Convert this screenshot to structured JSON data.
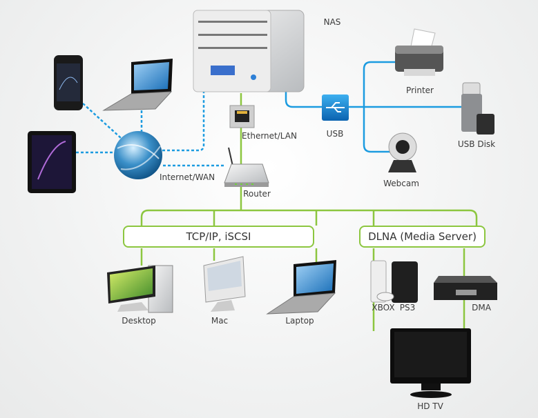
{
  "colors": {
    "lan_line": "#8cc63f",
    "usb_line": "#1b9be0",
    "wan_dashed": "#1b9be0"
  },
  "labels": {
    "nas": "NAS",
    "ethernet": "Ethernet/LAN",
    "router": "Router",
    "internet": "Internet/WAN",
    "usb": "USB",
    "printer": "Printer",
    "usb_disk": "USB Disk",
    "webcam": "Webcam",
    "desktop": "Desktop",
    "mac": "Mac",
    "laptop": "Laptop",
    "xbox": "XBOX",
    "ps3": "PS3",
    "dma": "DMA",
    "hdtv": "HD TV"
  },
  "groups": {
    "tcp": "TCP/IP, iSCSI",
    "dlna": "DLNA (Media Server)"
  }
}
